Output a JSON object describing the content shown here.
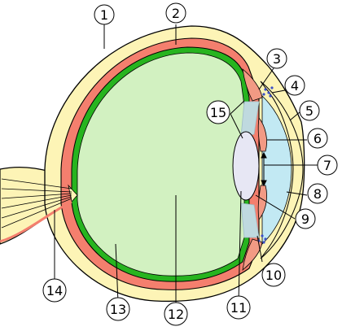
{
  "callouts": [
    {
      "id": "1",
      "label": "1"
    },
    {
      "id": "2",
      "label": "2"
    },
    {
      "id": "3",
      "label": "3"
    },
    {
      "id": "4",
      "label": "4"
    },
    {
      "id": "5",
      "label": "5"
    },
    {
      "id": "6",
      "label": "6"
    },
    {
      "id": "7",
      "label": "7"
    },
    {
      "id": "8",
      "label": "8"
    },
    {
      "id": "9",
      "label": "9"
    },
    {
      "id": "10",
      "label": "10"
    },
    {
      "id": "11",
      "label": "11"
    },
    {
      "id": "12",
      "label": "12"
    },
    {
      "id": "13",
      "label": "13"
    },
    {
      "id": "14",
      "label": "14"
    },
    {
      "id": "15",
      "label": "15"
    }
  ],
  "colors": {
    "sclera": "#fdf4b6",
    "choroid": "#f47f6e",
    "retina": "#27b41f",
    "vitreous": "#d2f1c1",
    "aqueous": "#c2e9f3",
    "lens": "#e7e7f4",
    "iris": "#f29a84",
    "zonule": "#bfd9df",
    "canal": "#3a4ec7",
    "outline": "#000000"
  }
}
